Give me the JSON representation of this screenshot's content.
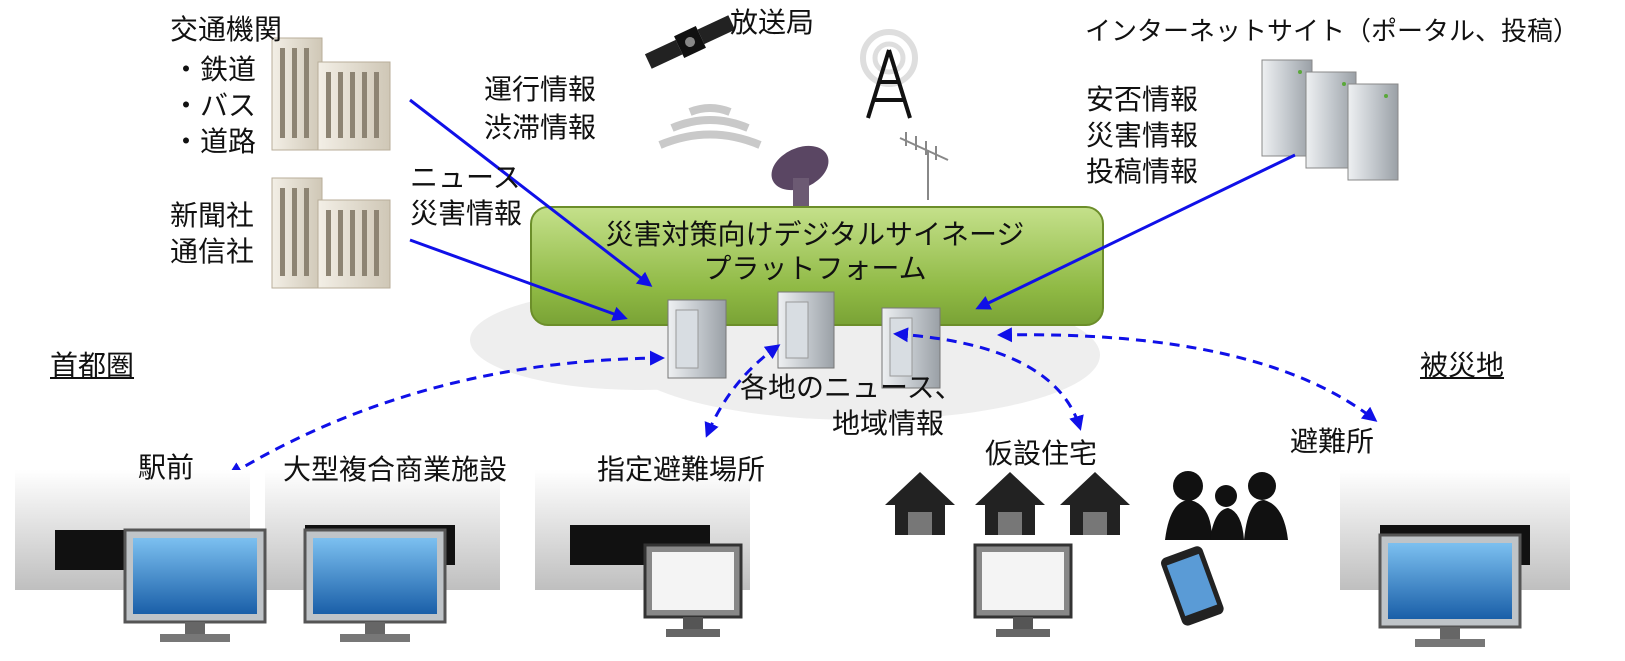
{
  "sources": {
    "transport": {
      "title": "交通機関",
      "items": [
        "・鉄道",
        "・バス",
        "・道路"
      ]
    },
    "news_org": [
      "新聞社",
      "通信社"
    ],
    "broadcast": "放送局",
    "internet": "インターネットサイト（ポータル、投稿）"
  },
  "info": {
    "operation": [
      "運行情報",
      "渋滞情報"
    ],
    "news": [
      "ニュース",
      "災害情報"
    ],
    "web": [
      "安否情報",
      "災害情報",
      "投稿情報"
    ],
    "local": [
      "各地のニュース、",
      "地域情報"
    ]
  },
  "platform": {
    "title": [
      "災害対策向けデジタルサイネージ",
      "プラットフォーム"
    ]
  },
  "regions": {
    "capital": "首都圏",
    "disaster_area": "被災地"
  },
  "locations": {
    "station": "駅前",
    "mall": "大型複合商業施設",
    "evac_site": "指定避難場所",
    "temp_housing": "仮設住宅",
    "shelter": "避難所"
  },
  "colors": {
    "arrow": "#1010e8",
    "platform_green": "#8fb944",
    "cloud": "#eeeeee",
    "screen_blue": "#2f7fc8",
    "server": "#b9bec4"
  }
}
